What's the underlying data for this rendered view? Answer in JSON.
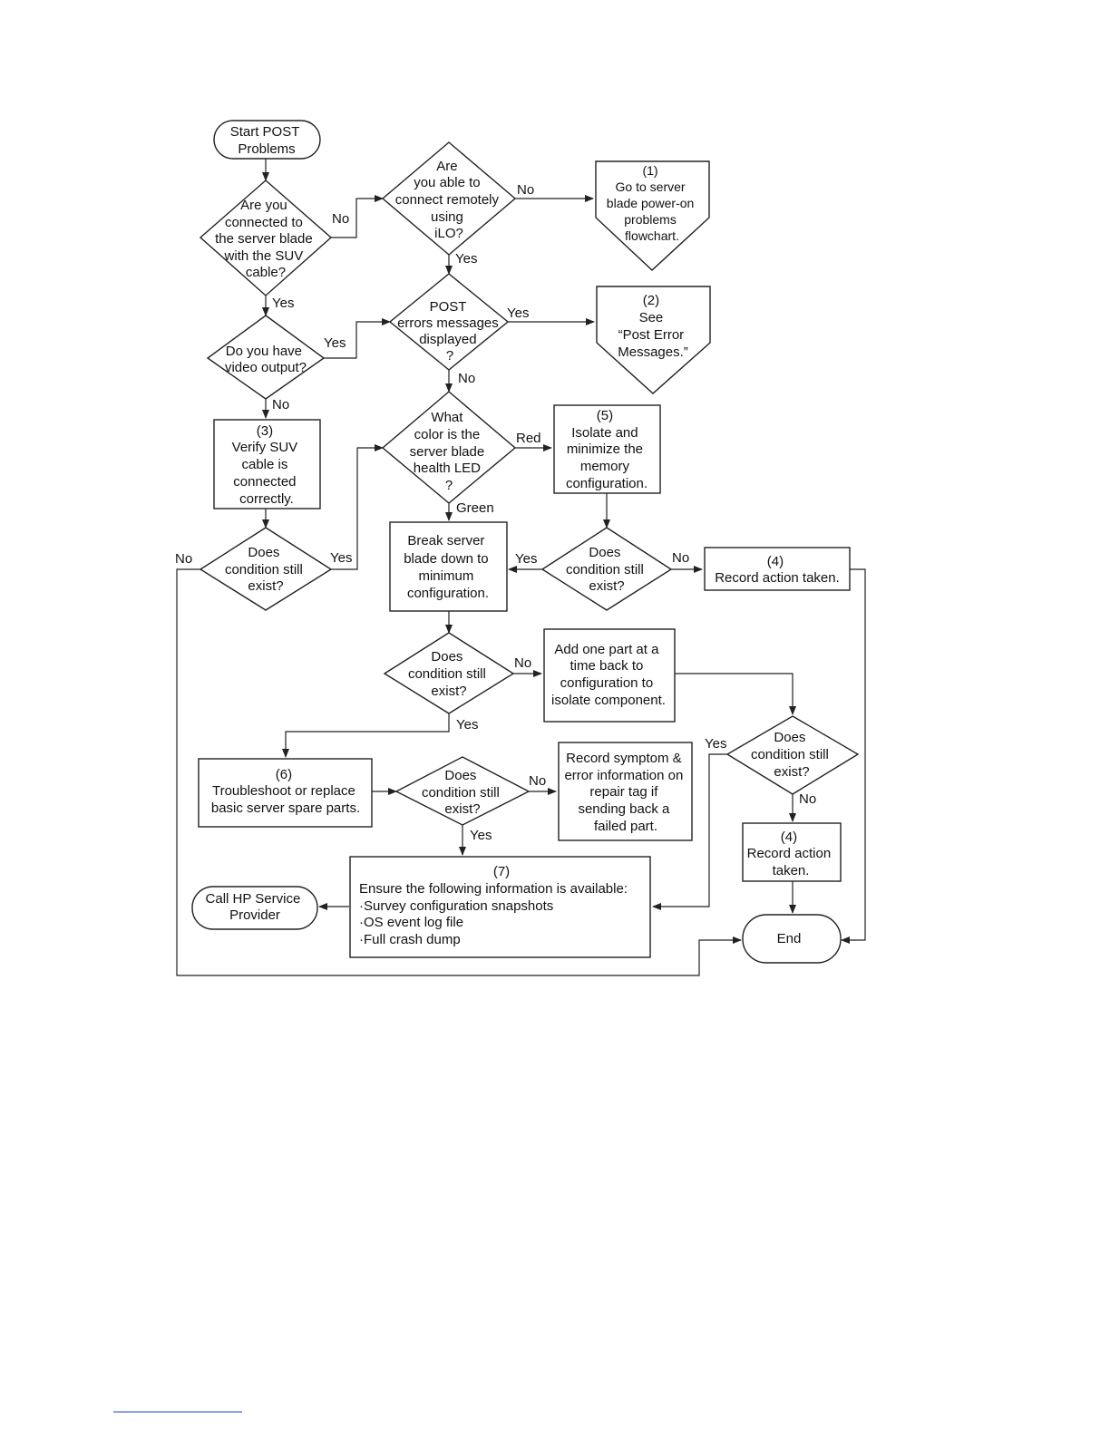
{
  "flowchart": {
    "start": [
      "Start POST",
      "Problems"
    ],
    "q_suv": [
      "Are you",
      "connected to",
      "the server blade",
      "with the SUV",
      "cable?"
    ],
    "q_remote": [
      "Are",
      "you able to",
      "connect remotely",
      "using",
      "iLO?"
    ],
    "ref1": [
      "(1)",
      "Go to server",
      "blade power-on",
      "problems",
      "flowchart."
    ],
    "q_post": [
      "POST",
      "errors messages",
      "displayed",
      "?"
    ],
    "ref2": [
      "(2)",
      "See",
      "“Post Error",
      "Messages.”"
    ],
    "q_video": [
      "Do you have",
      "video output?"
    ],
    "box3": [
      "(3)",
      "Verify SUV",
      "cable is",
      "connected",
      "correctly."
    ],
    "q_led": [
      "What",
      "color is the",
      "server blade",
      "health LED",
      "?"
    ],
    "box5": [
      "(5)",
      "Isolate and",
      "minimize the",
      "memory",
      "configuration."
    ],
    "q_cond_left": [
      "Does",
      "condition still",
      "exist?"
    ],
    "box_break": [
      "Break server",
      "blade down to",
      "minimum",
      "configuration."
    ],
    "q_cond_mid": [
      "Does",
      "condition still",
      "exist?"
    ],
    "box4_top": [
      "(4)",
      "Record action taken."
    ],
    "q_cond_center": [
      "Does",
      "condition still",
      "exist?"
    ],
    "box_add": [
      "Add one part at a",
      "time back to",
      "configuration to",
      "isolate component."
    ],
    "q_cond_right": [
      "Does",
      "condition still",
      "exist?"
    ],
    "box6": [
      "(6)",
      "Troubleshoot or replace",
      "basic server spare parts."
    ],
    "q_cond_low": [
      "Does",
      "condition still",
      "exist?"
    ],
    "box_record": [
      "Record symptom &",
      "error information on",
      "repair tag if",
      "sending back a",
      "failed part."
    ],
    "box4_bottom": [
      "(4)",
      "Record action",
      "taken."
    ],
    "box7_title": "(7)",
    "box7_lines": [
      "Ensure the following information is available:",
      "·Survey configuration snapshots",
      "·OS event log file",
      "·Full crash dump"
    ],
    "call": [
      "Call HP Service",
      "Provider"
    ],
    "end": "End",
    "labels": {
      "suv_no": "No",
      "suv_yes": "Yes",
      "remote_no": "No",
      "remote_yes": "Yes",
      "post_yes": "Yes",
      "post_no": "No",
      "video_yes": "Yes",
      "video_no": "No",
      "led_red": "Red",
      "led_green": "Green",
      "left_no": "No",
      "left_yes": "Yes",
      "mid_yes": "Yes",
      "mid_no": "No",
      "center_no": "No",
      "center_yes": "Yes",
      "right_yes": "Yes",
      "right_no": "No",
      "low_no": "No",
      "low_yes": "Yes"
    }
  }
}
